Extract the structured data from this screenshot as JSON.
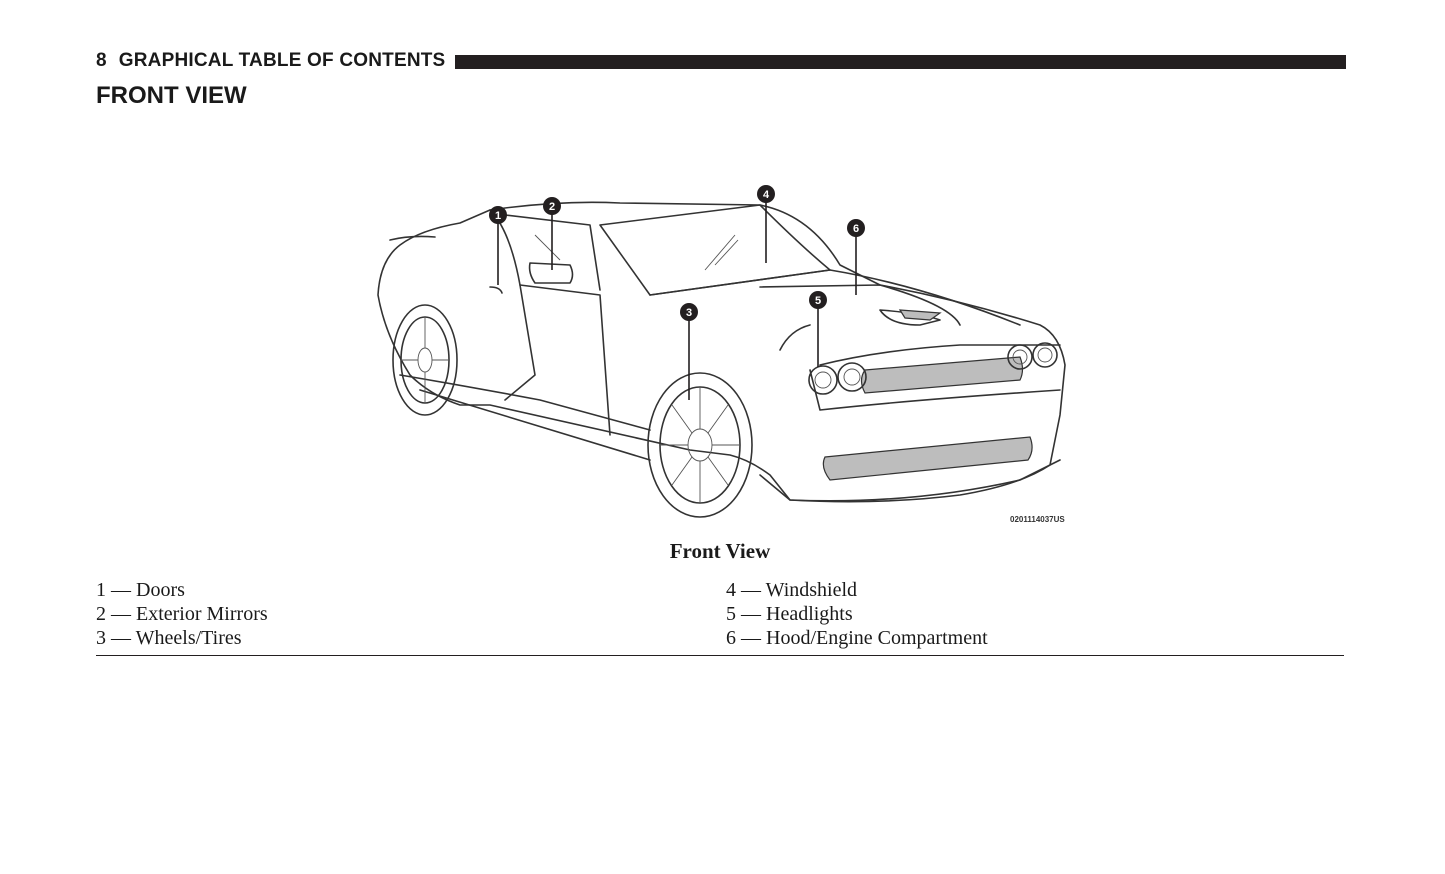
{
  "header": {
    "page_number": "8",
    "section_title": "GRAPHICAL TABLE OF CONTENTS"
  },
  "page_title": "FRONT VIEW",
  "figure": {
    "caption": "Front View",
    "code": "0201114037US",
    "callouts": [
      "1",
      "2",
      "3",
      "4",
      "5",
      "6"
    ]
  },
  "legend": {
    "left": [
      "1 — Doors",
      "2 — Exterior Mirrors",
      "3 — Wheels/Tires"
    ],
    "right": [
      "4 — Windshield",
      "5 — Headlights",
      "6 — Hood/Engine Compartment"
    ]
  }
}
